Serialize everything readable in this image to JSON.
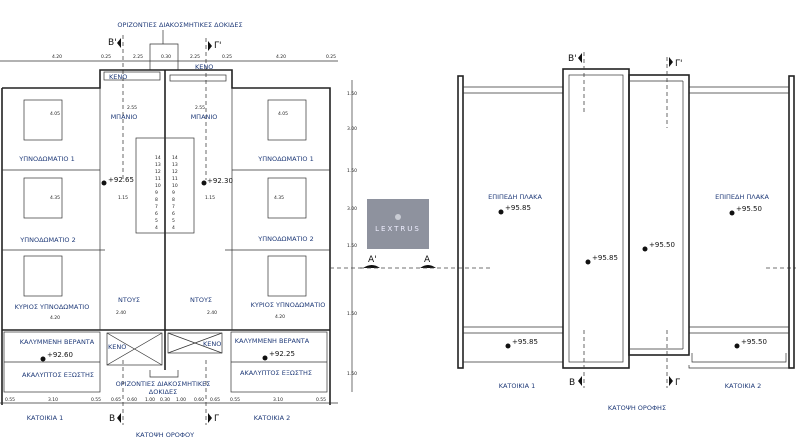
{
  "floor_plan": {
    "title": "ΚΑΤΟΨΗ ΟΡΟΦΟΥ",
    "beams_top": "ΟΡΙΖΟΝΤΙΕΣ ΔΙΑΚΟΣΜΗΤΙΚΕΣ ΔΟΚΙΔΕΣ",
    "beams_bottom_1": "ΟΡΙΖΟΝΤΙΕΣ ΔΙΑΚΟΣΜΗΤΙΚΕΣ",
    "beams_bottom_2": "ΔΟΚΙΔΕΣ",
    "section_b_prime": "Β'",
    "section_g_prime": "Γ'",
    "section_b": "Β",
    "section_g": "Γ",
    "house_1": "ΚΑΤΟΙΚΙΑ 1",
    "house_2": "ΚΑΤΟΙΚΙΑ 2",
    "rooms": {
      "void": "ΚΕΝΟ",
      "bathroom": "ΜΠΑΝΙΟ",
      "bedroom_1": "ΥΠΝΟΔΩΜΑΤΙΟ 1",
      "bedroom_2": "ΥΠΝΟΔΩΜΑΤΙΟ 2",
      "master": "ΚΥΡΙΟΣ ΥΠΝΟΔΩΜΑΤΙΟ",
      "shower": "ΝΤΟΥΣ",
      "covered_veranda": "ΚΑΛΥΜΜΕΝΗ ΒΕΡΑΝΤΑ",
      "open_balcony": "ΑΚΑΛΥΠΤΟΣ ΕΞΩΣΤΗΣ"
    },
    "levels": {
      "l1": "+92.65",
      "l2": "+92.30",
      "l3": "+92.60",
      "l4": "+92.25"
    },
    "dims_top": [
      "4.20",
      "0.25",
      "2.25",
      "0.30",
      "2.25",
      "0.25",
      "4.20",
      "0.25"
    ],
    "dims_bottom": [
      "0.55",
      "3.10",
      "0.55",
      "0.65",
      "0.60",
      "1.00",
      "0.30",
      "1.00",
      "0.60",
      "0.65",
      "0.55",
      "3.10",
      "0.55"
    ],
    "dims_right": [
      "1.50",
      "3.00",
      "1.50",
      "3.00",
      "1.50",
      "1.50",
      "1.50"
    ],
    "room_dims": {
      "bed_w": "4.05",
      "bed2_w": "4.35",
      "hall": "1.15",
      "bath": "2.55",
      "master_w": "4.20",
      "shower": "2.40"
    },
    "stairs": [
      "14",
      "13",
      "12",
      "11",
      "10",
      "9",
      "8",
      "7",
      "6",
      "5",
      "4"
    ]
  },
  "roof_plan": {
    "title": "ΚΑΤΟΨΗ ΟΡΟΦΗΣ",
    "flat_slab": "ΕΠΙΠΕΔΗ ΠΛΑΚΑ",
    "levels": {
      "l1": "+95.85",
      "l2": "+95.50",
      "l3": "+95.85",
      "l4": "+95.50",
      "l5": "+95.85",
      "l6": "+95.50"
    },
    "section_a_prime": "Α'",
    "section_a": "Α",
    "section_b_prime": "Β'",
    "section_g_prime": "Γ'",
    "section_b": "Β",
    "section_g": "Γ",
    "house_1": "ΚΑΤΟΙΚΙΑ 1",
    "house_2": "ΚΑΤΟΙΚΙΑ 2"
  },
  "watermark": {
    "text": "LEXTRUS",
    "color": "#8e929e"
  }
}
